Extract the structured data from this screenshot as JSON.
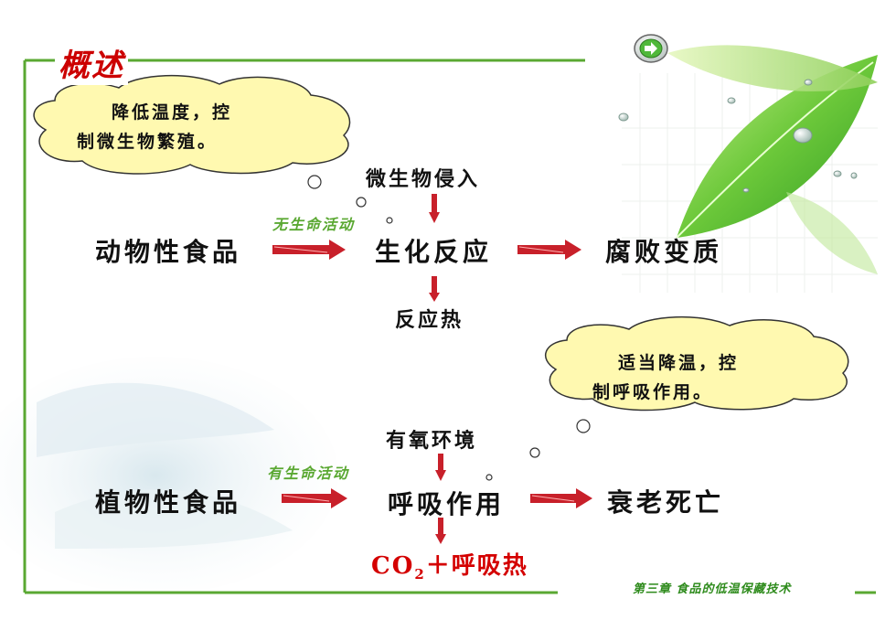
{
  "title": "概述",
  "footer": "第三章 食品的低温保藏技术",
  "clouds": {
    "top": {
      "line1": "降低温度，控",
      "line2": "制微生物繁殖。"
    },
    "right": {
      "line1": "适当降温，控",
      "line2": "制呼吸作用。"
    }
  },
  "animal": {
    "source": "动物性食品",
    "arrow_label": "无生命活动",
    "input": "微生物侵入",
    "process": "生化反应",
    "result": "腐败变质",
    "output": "反应热"
  },
  "plant": {
    "source": "植物性食品",
    "arrow_label": "有生命活动",
    "input": "有氧环境",
    "process": "呼吸作用",
    "result": "衰老死亡",
    "output_co": "CO",
    "output_sub": "2",
    "output_rest": "＋呼吸热"
  },
  "colors": {
    "frame_green": "#5aa832",
    "title_red": "#cc0000",
    "arrow_red": "#c8202a",
    "cloud_fill": "#fff9b0"
  },
  "icons": [
    "next-arrow-icon"
  ]
}
